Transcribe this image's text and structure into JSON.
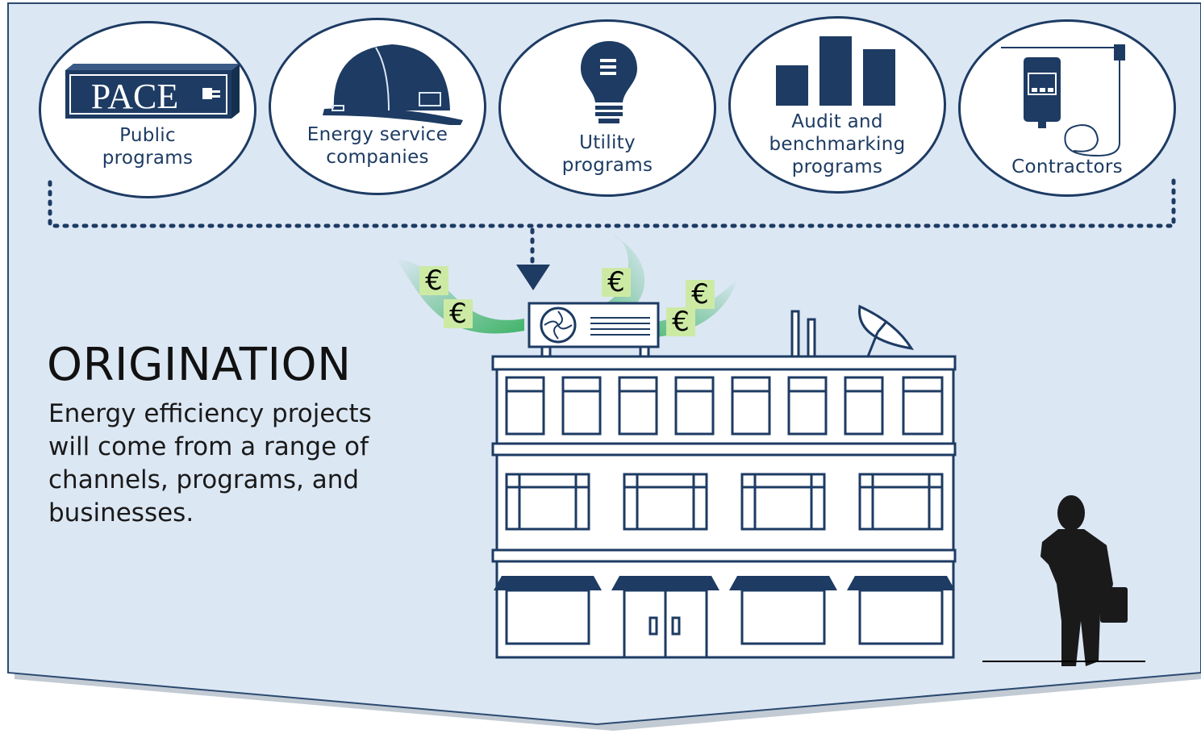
{
  "channels": [
    {
      "lines": [
        "Public",
        "programs"
      ],
      "icon": "pace-logo-icon",
      "icon_text": "PACE"
    },
    {
      "lines": [
        "Energy service",
        "companies"
      ],
      "icon": "hard-hat-icon"
    },
    {
      "lines": [
        "Utility",
        "programs"
      ],
      "icon": "lightbulb-icon"
    },
    {
      "lines": [
        "Audit and",
        "benchmarking",
        "programs"
      ],
      "icon": "bar-chart-icon"
    },
    {
      "lines": [
        "Contractors"
      ],
      "icon": "meter-device-icon"
    }
  ],
  "section": {
    "title": "ORIGINATION",
    "description_lines": [
      "Energy efficiency projects",
      "will come from a range of",
      "channels, programs, and",
      "businesses."
    ]
  },
  "currency_symbol": "€",
  "colors": {
    "background": "#dce7f4",
    "navy": "#1d3b63",
    "money_green": "#2fae5a",
    "euro_badge": "#cdeaa5"
  }
}
